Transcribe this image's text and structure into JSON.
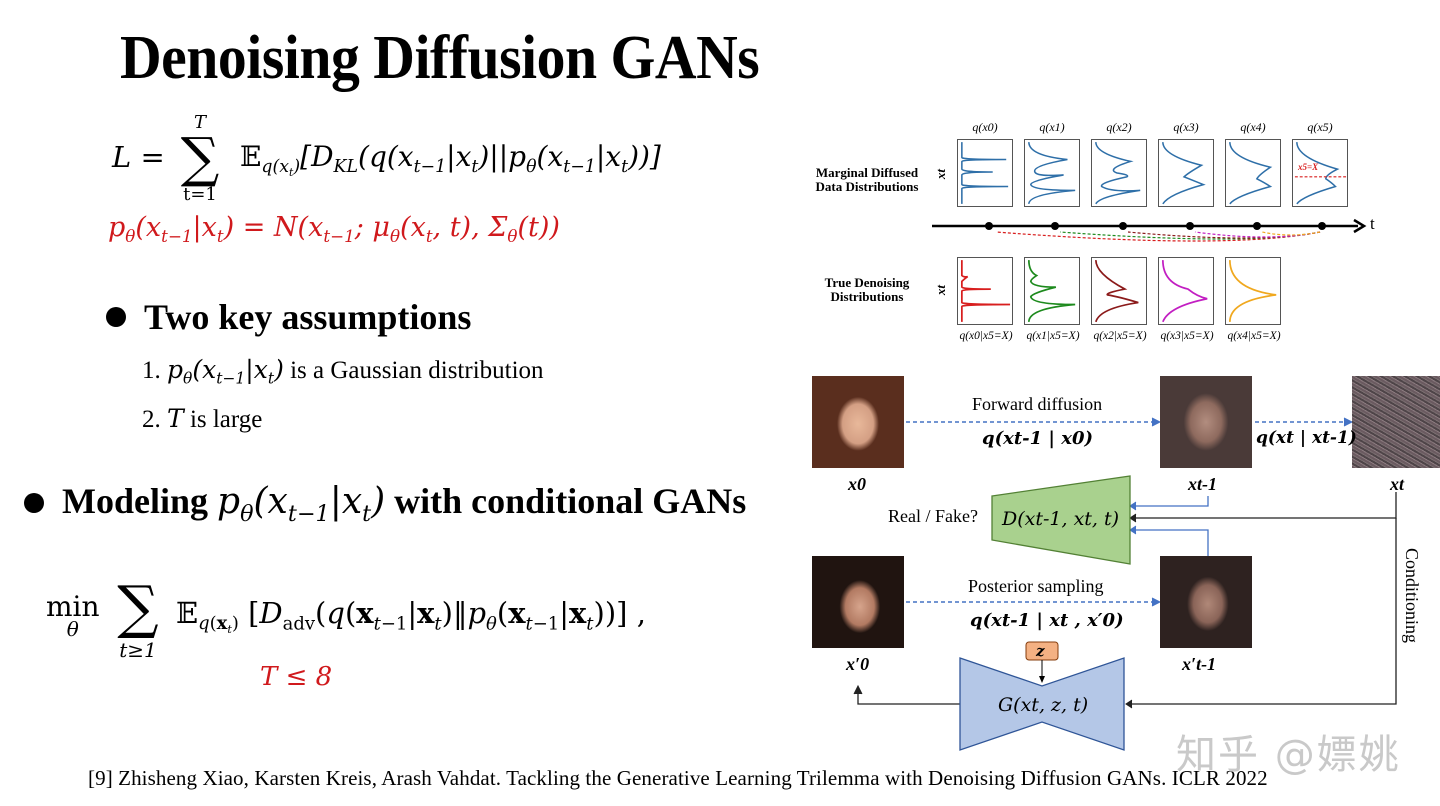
{
  "slide": {
    "title": "Denoising Diffusion GANs",
    "eq1": {
      "lhs": "L =",
      "sum_top": "T",
      "sum_bottom": "t=1",
      "body": "𝔼q(xt)[DKL(q(xt−1|xt)||pθ(xt−1|xt))]"
    },
    "eq2": "pθ(xt−1|xt) = N(xt−1; μθ(xt, t), Σθ(t))",
    "section1": {
      "heading": "Two key assumptions",
      "items": [
        {
          "num": "1.",
          "math": "pθ(xt−1|xt)",
          "text": " is a Gaussian distribution"
        },
        {
          "num": "2.",
          "math": "T",
          "text": " is large"
        }
      ]
    },
    "section2": {
      "heading_pre": "Modeling ",
      "heading_math": "pθ(xt−1|xt)",
      "heading_post": " with conditional GANs"
    },
    "eq3": {
      "min": "min",
      "min_sub": "θ",
      "sum_bottom": "t≥1",
      "body": "𝔼q(xt) [Dadv(q(xt−1|xt)‖pθ(xt−1|xt))] ,"
    },
    "constraint": "T ≤ 8",
    "citation": "[9] Zhisheng Xiao, Karsten Kreis, Arash Vahdat. Tackling the Generative Learning Trilemma with Denoising Diffusion GANs. ICLR 2022"
  },
  "figure_top": {
    "row1_label": [
      "Marginal Diffused",
      "Data Distributions"
    ],
    "row2_label": [
      "True Denoising",
      "Distributions"
    ],
    "axis_label": "xt",
    "marginal_labels": [
      "q(x0)",
      "q(x1)",
      "q(x2)",
      "q(x3)",
      "q(x4)",
      "q(x5)"
    ],
    "denoising_labels": [
      "q(x0|x5=X)",
      "q(x1|x5=X)",
      "q(x2|x5=X)",
      "q(x3|x5=X)",
      "q(x4|x5=X)"
    ],
    "x5_marker": "x5=X",
    "time_label": "t",
    "colors": {
      "marginal": "#2e6fa8",
      "denoise": [
        "#d81e1e",
        "#1d8a1d",
        "#8b1a1a",
        "#c21ec2",
        "#f0a81e"
      ],
      "marker": "#d81e1e"
    }
  },
  "figure_bottom": {
    "forward_label": "Forward diffusion",
    "forward_eq1": "q(xt-1 | x0)",
    "forward_eq2": "q(xt | xt-1)",
    "x0": "x0",
    "xtm1": "xt-1",
    "xt": "xt",
    "real_fake": "Real / Fake?",
    "discriminator": "D(xt-1, xt, t)",
    "posterior_label": "Posterior sampling",
    "posterior_eq": "q(xt-1 | xt , x′0)",
    "x0p": "x′0",
    "xtm1p": "x′t-1",
    "z": "z",
    "generator": "G(xt, z, t)",
    "conditioning": "Conditioning",
    "colors": {
      "discriminator_fill": "#a9d18e",
      "generator_fill": "#b4c7e7",
      "z_fill": "#f4b183",
      "arrow_blue": "#4472c4"
    }
  },
  "watermark": "知乎 @嫖姚"
}
